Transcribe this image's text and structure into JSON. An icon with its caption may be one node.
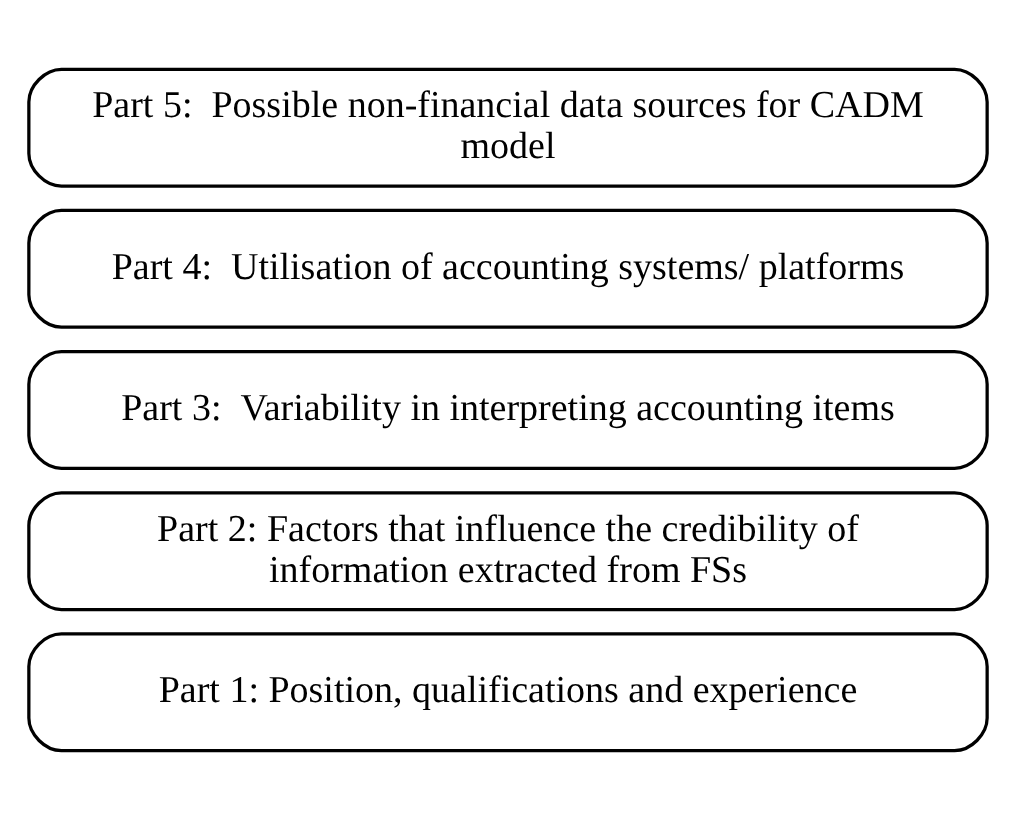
{
  "diagram": {
    "nodes": [
      {
        "text": [
          "Part 1: Position, qualifications and experience"
        ]
      },
      {
        "text": [
          "Part 2: Factors that influence the credibility of information extracted from FSs"
        ]
      },
      {
        "text": [
          "Part 3:  Variability in interpreting accounting items"
        ]
      },
      {
        "text": [
          "Part 4:  Utilisation of accounting systems/ platforms"
        ]
      },
      {
        "text": [
          "Part 5:  Possible non-financial data sources for CADM model"
        ]
      }
    ]
  }
}
